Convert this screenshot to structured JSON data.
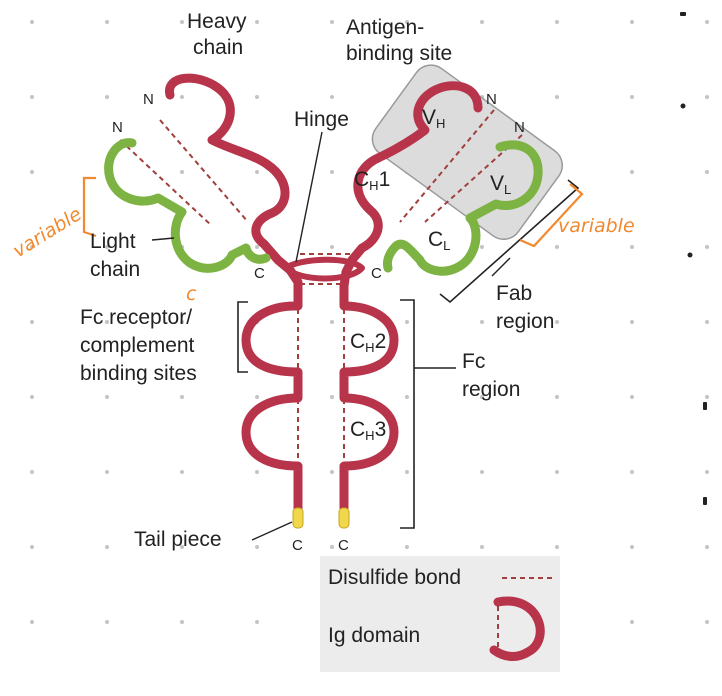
{
  "labels": {
    "heavy_chain_1": "Heavy",
    "heavy_chain_2": "chain",
    "antigen_site_1": "Antigen-",
    "antigen_site_2": "binding site",
    "hinge": "Hinge",
    "light_chain_1": "Light",
    "light_chain_2": "chain",
    "fc_receptor_1": "Fc receptor/",
    "fc_receptor_2": "complement",
    "fc_receptor_3": "binding sites",
    "fc_region_1": "Fc",
    "fc_region_2": "region",
    "fab_region_1": "Fab",
    "fab_region_2": "region",
    "tail_piece": "Tail piece"
  },
  "termini": {
    "n": "N",
    "c": "C"
  },
  "domains": {
    "c": "C",
    "v": "V",
    "h": "H",
    "l": "L",
    "ch1_num": "1",
    "ch2_num": "2",
    "ch3_num": "3"
  },
  "handwritten": {
    "variable_left": "variable",
    "variable_right": "variable",
    "c_mark": "c"
  },
  "legend": {
    "disulfide_bond": "Disulfide bond",
    "ig_domain": "Ig domain"
  },
  "colors": {
    "heavy_chain": "#b8344b",
    "light_chain": "#7cb342",
    "tail_piece": "#f0d84a",
    "disulfide": "#a0403c",
    "annotation": "#f2892f",
    "fab_box": "#dcdcdc",
    "legend_box": "#ececec"
  }
}
